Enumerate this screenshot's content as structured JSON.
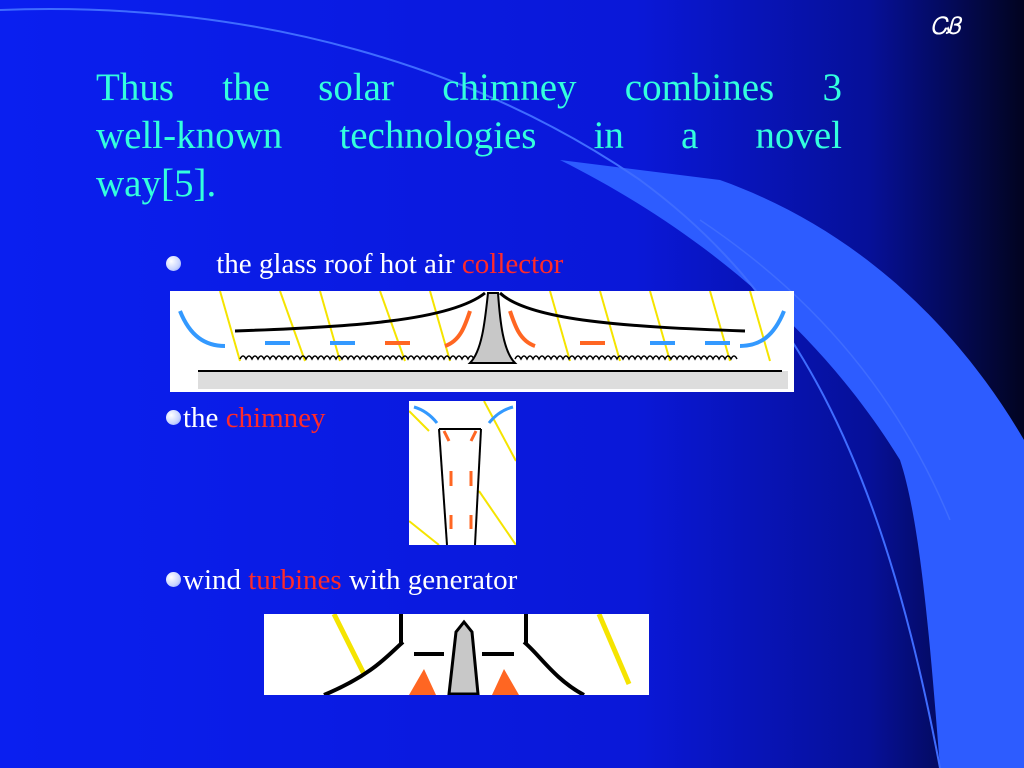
{
  "ornament_text": "ᏟᏰ",
  "title": {
    "line1": [
      "Thus",
      "the",
      "solar",
      "chimney",
      "combines",
      "3"
    ],
    "line2": [
      "well-known",
      "technologies",
      "in",
      "a",
      "novel"
    ],
    "line3": "way[5]."
  },
  "bullets": [
    {
      "text": "the glass roof hot air ",
      "highlight": "collector",
      "after": ""
    },
    {
      "text": "the ",
      "highlight": "chimney",
      "after": ""
    },
    {
      "text": "wind ",
      "highlight": "turbines",
      "after": " with generator"
    }
  ],
  "figures": {
    "collector": "glass-roof-collector-diagram",
    "chimney": "chimney-diagram",
    "turbines": "turbine-diagram"
  },
  "colors": {
    "background": "#0a1ce6",
    "title": "#33ffdd",
    "bullet_text": "#ffffff",
    "highlight": "#ff2a2a",
    "swoosh": "#3a66ff"
  }
}
